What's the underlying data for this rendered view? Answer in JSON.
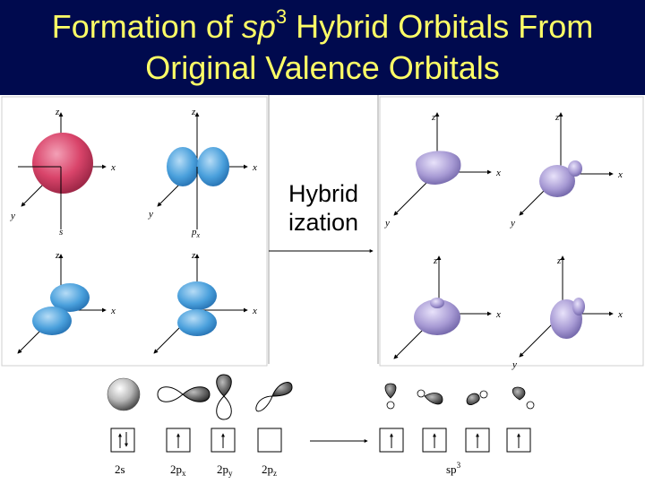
{
  "title": {
    "prefix": "Formation of ",
    "sp_italic": "sp",
    "sup": "3",
    "suffix": " Hybrid Orbitals From",
    "line2": "Original Valence Orbitals"
  },
  "hybrid_label": {
    "line1": "Hybrid",
    "line2": "ization"
  },
  "axis_labels": {
    "z": "z",
    "x": "x",
    "y": "y"
  },
  "orbital_captions": {
    "s": "s",
    "px": "p",
    "px_sub": "x"
  },
  "bottom_labels": {
    "s2": "2s",
    "p2x": "2p",
    "p2x_sub": "x",
    "p2y": "2p",
    "p2y_sub": "y",
    "p2z": "2p",
    "p2z_sub": "z",
    "sp3": "sp",
    "sp3_sup": "3"
  },
  "colors": {
    "title_bg": "#000a4e",
    "title_text": "#ffff66",
    "s_orbital": "#d9446a",
    "p_orbital": "#4aa0dc",
    "hybrid_orbital": "#a79ad4"
  }
}
